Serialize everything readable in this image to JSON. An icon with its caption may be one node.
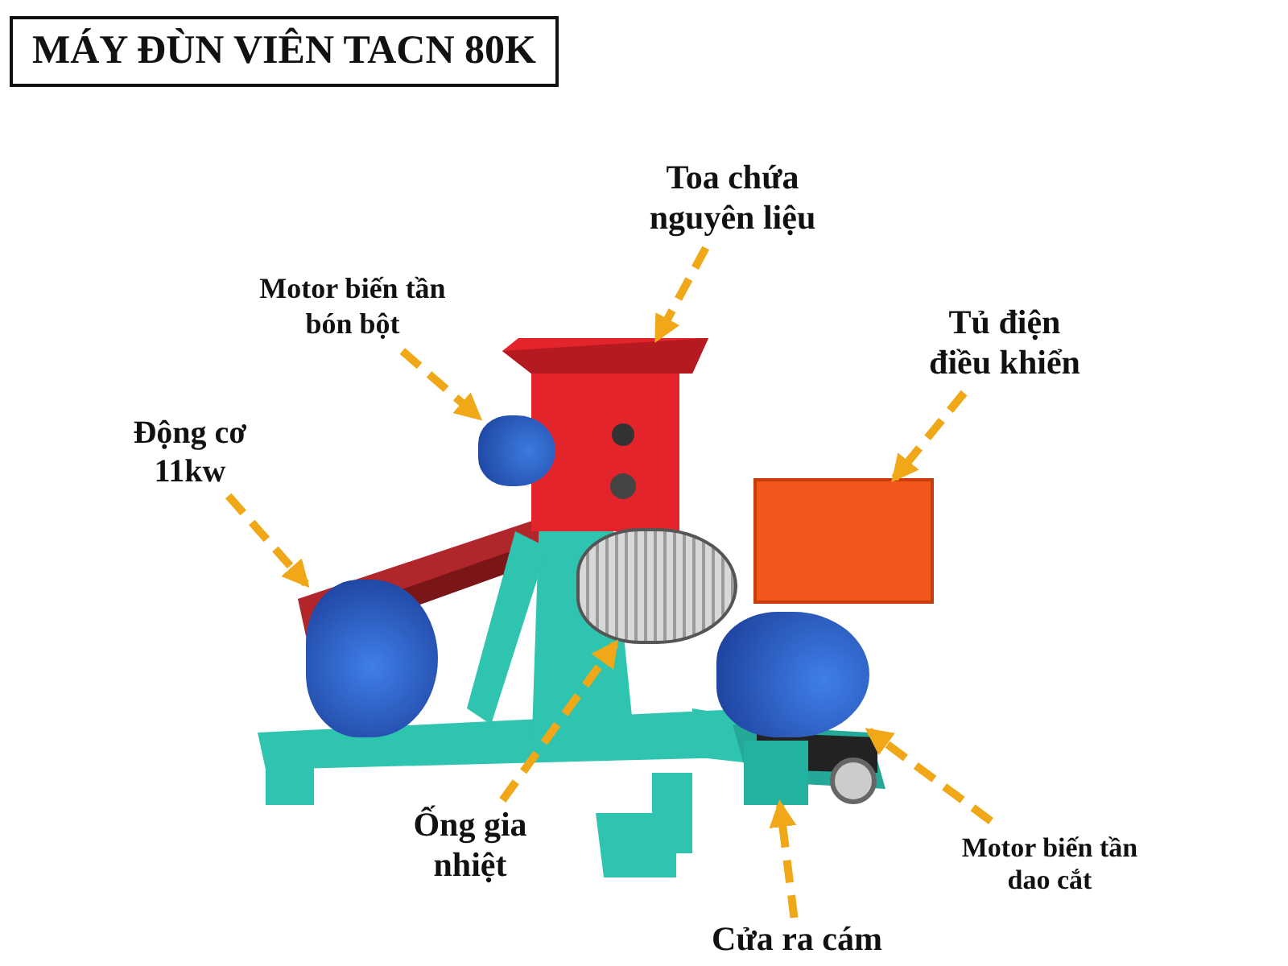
{
  "diagram": {
    "title": "MÁY ĐÙN VIÊN TACN 80K",
    "nodes": [
      {
        "text": [
          "Toa chứa nguyên liệu"
        ]
      },
      {
        "text": [
          "Motor biến tần bón bột"
        ]
      },
      {
        "text": [
          "Tủ điện điều khiển"
        ]
      },
      {
        "text": [
          "Động cơ 11kw"
        ]
      },
      {
        "text": [
          "Ống gia nhiệt"
        ]
      },
      {
        "text": [
          "Motor biến tần dao cắt"
        ]
      },
      {
        "text": [
          "Cửa ra cám"
        ]
      },
      {
        "text": [],
        "shape": "box"
      },
      {
        "text": [],
        "shape": "cylinder"
      },
      {
        "text": [],
        "shape": "box"
      },
      {
        "text": [],
        "shape": "cylinder"
      },
      {
        "text": [],
        "shape": "cylinder"
      },
      {
        "text": [],
        "shape": "cylinder"
      },
      {
        "text": [],
        "shape": "box"
      }
    ],
    "edges": [
      {
        "from": 0,
        "to": 7,
        "arrow": "to",
        "style": "dashed"
      },
      {
        "from": 1,
        "to": 8,
        "arrow": "to",
        "style": "dashed"
      },
      {
        "from": 2,
        "to": 9,
        "arrow": "to",
        "style": "dashed"
      },
      {
        "from": 3,
        "to": 10,
        "arrow": "to",
        "style": "dashed"
      },
      {
        "from": 4,
        "to": 11,
        "arrow": "to",
        "style": "dashed"
      },
      {
        "from": 5,
        "to": 12,
        "arrow": "to",
        "style": "dashed"
      },
      {
        "from": 6,
        "to": 13,
        "arrow": "to",
        "style": "dashed"
      }
    ]
  }
}
